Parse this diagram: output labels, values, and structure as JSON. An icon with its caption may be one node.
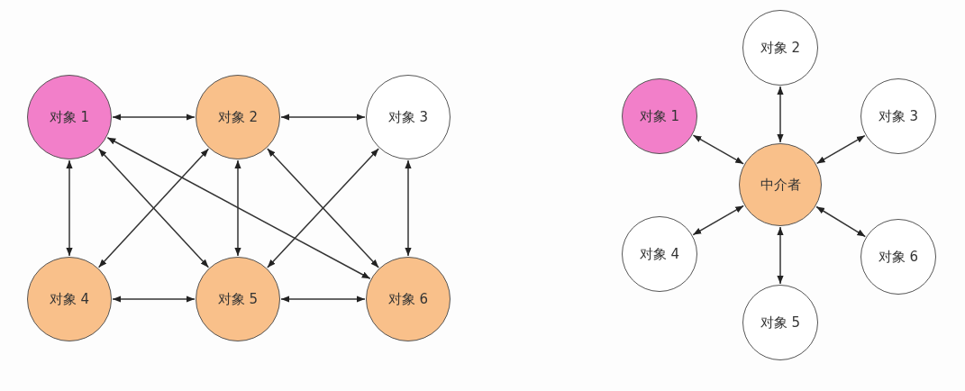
{
  "diagram": {
    "nodes": [
      {
        "text": [
          "对象 1"
        ]
      },
      {
        "text": [
          "对象 2"
        ]
      },
      {
        "text": [
          "对象 3"
        ]
      },
      {
        "text": [
          "对象 4"
        ]
      },
      {
        "text": [
          "对象 5"
        ]
      },
      {
        "text": [
          "对象 6"
        ]
      },
      {
        "text": [
          "对象 2"
        ]
      },
      {
        "text": [
          "对象 1"
        ]
      },
      {
        "text": [
          "对象 3"
        ]
      },
      {
        "text": [
          "中介者"
        ]
      },
      {
        "text": [
          "对象 4"
        ]
      },
      {
        "text": [
          "对象 6"
        ]
      },
      {
        "text": [
          "对象 5"
        ]
      }
    ],
    "edges": [
      {
        "from": 0,
        "to": 1,
        "arrow": "both"
      },
      {
        "from": 1,
        "to": 2,
        "arrow": "both"
      },
      {
        "from": 0,
        "to": 3,
        "arrow": "both"
      },
      {
        "from": 0,
        "to": 4,
        "arrow": "both"
      },
      {
        "from": 0,
        "to": 5,
        "arrow": "both"
      },
      {
        "from": 1,
        "to": 3,
        "arrow": "both"
      },
      {
        "from": 1,
        "to": 4,
        "arrow": "both"
      },
      {
        "from": 1,
        "to": 5,
        "arrow": "both"
      },
      {
        "from": 2,
        "to": 4,
        "arrow": "both"
      },
      {
        "from": 2,
        "to": 5,
        "arrow": "both"
      },
      {
        "from": 3,
        "to": 4,
        "arrow": "both"
      },
      {
        "from": 4,
        "to": 5,
        "arrow": "both"
      },
      {
        "from": 9,
        "to": 6,
        "arrow": "both"
      },
      {
        "from": 9,
        "to": 7,
        "arrow": "both"
      },
      {
        "from": 9,
        "to": 8,
        "arrow": "both"
      },
      {
        "from": 9,
        "to": 10,
        "arrow": "both"
      },
      {
        "from": 9,
        "to": 11,
        "arrow": "both"
      },
      {
        "from": 9,
        "to": 12,
        "arrow": "both"
      }
    ]
  }
}
